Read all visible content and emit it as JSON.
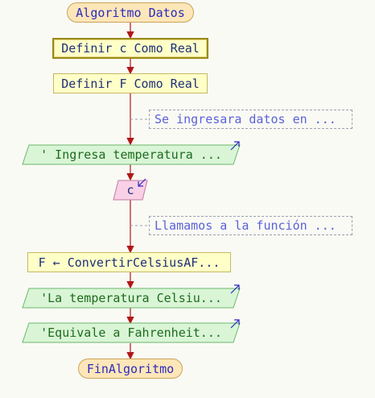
{
  "flowchart": {
    "start_label": "Algoritmo Datos",
    "define_c": "Definir c Como Real",
    "define_f": "Definir F Como Real",
    "comment_1": "Se ingresara datos en ...",
    "write_1": "' Ingresa temperatura ...",
    "read_c": "c",
    "comment_2": "Llamamos a la función ...",
    "assign_f": "F ← ConvertirCelsiusAF...",
    "write_2": "'La temperatura Celsiu...",
    "write_3": "'Equivale a Fahrenheit...",
    "end_label": "FinAlgoritmo"
  },
  "colors": {
    "terminal_fill": "#fde6b8",
    "process_fill": "#ffffc8",
    "output_fill": "#d9f5d6",
    "input_fill": "#f9d0e6",
    "arrow": "#b01818",
    "text_blue": "#2b2bbf",
    "text_green": "#1e6b1e"
  },
  "icons": {
    "output_marker": "output-arrow-icon",
    "input_marker": "input-arrow-icon"
  }
}
